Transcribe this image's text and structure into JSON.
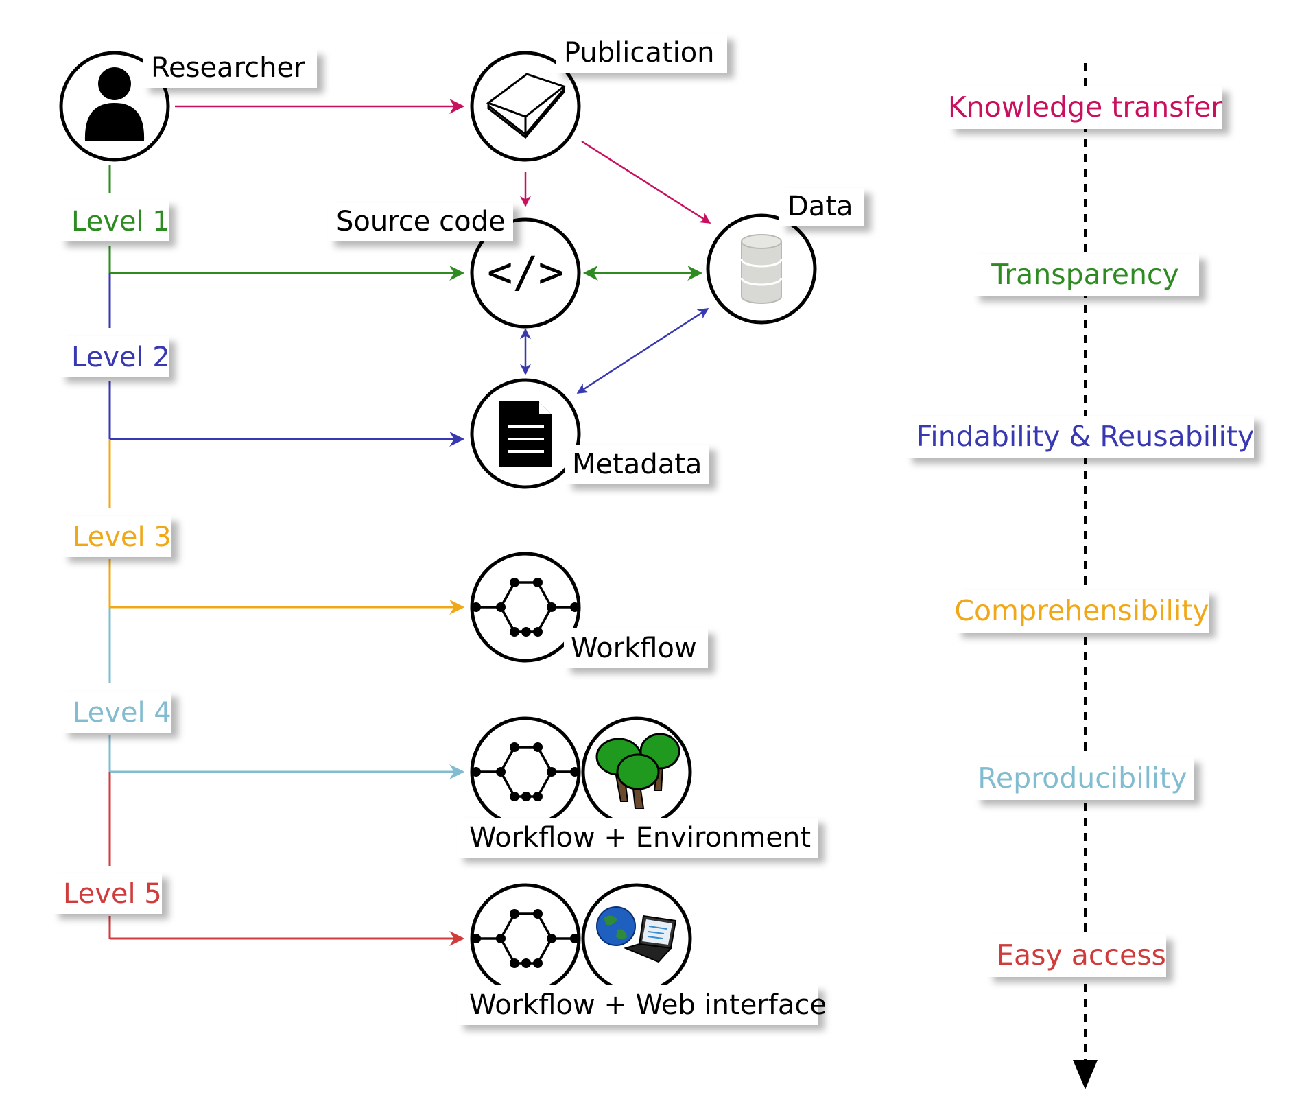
{
  "nodes": {
    "researcher": "Researcher",
    "publication": "Publication",
    "source_code": "Source code",
    "data": "Data",
    "metadata": "Metadata",
    "workflow": "Workflow",
    "workflow_env": "Workflow + Environment",
    "workflow_web": "Workflow + Web interface",
    "source_code_glyph": "</>"
  },
  "levels": [
    {
      "label": "Level 1",
      "color": "#2e8b22"
    },
    {
      "label": "Level 2",
      "color": "#3838b0"
    },
    {
      "label": "Level 3",
      "color": "#f0a818"
    },
    {
      "label": "Level 4",
      "color": "#82bcd0"
    },
    {
      "label": "Level 5",
      "color": "#d03c3c"
    }
  ],
  "principles": [
    {
      "label": "Knowledge transfer",
      "color": "#c8105e"
    },
    {
      "label": "Transparency",
      "color": "#2e8b22"
    },
    {
      "label": "Findability & Reusability",
      "color": "#3838b0"
    },
    {
      "label": "Comprehensibility",
      "color": "#f0a818"
    },
    {
      "label": "Reproducibility",
      "color": "#82bcd0"
    },
    {
      "label": "Easy access",
      "color": "#d03c3c"
    }
  ],
  "colors": {
    "knowledge": "#c8105e",
    "icon": "#000000",
    "db": "#d8d8d4",
    "tree": "#1f9a1f",
    "trunk": "#6b4a2b"
  },
  "icons": [
    "person-icon",
    "book-icon",
    "code-icon",
    "database-icon",
    "document-icon",
    "workflow-icon",
    "trees-icon",
    "globe-laptop-icon"
  ]
}
